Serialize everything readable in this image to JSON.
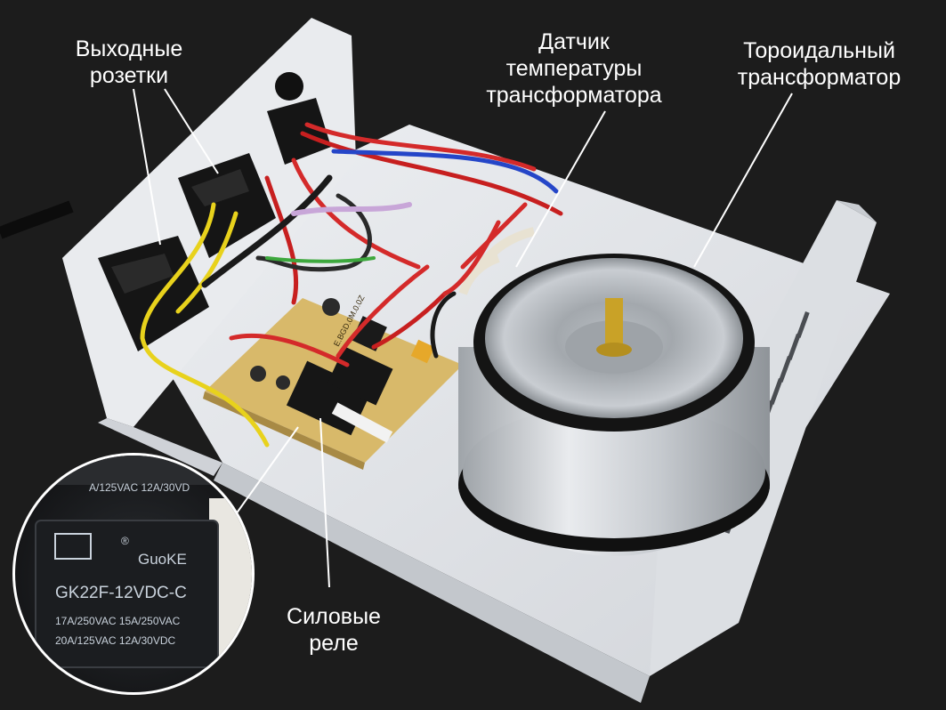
{
  "labels": {
    "output_sockets": [
      "Выходные",
      "розетки"
    ],
    "temp_sensor": [
      "Датчик",
      "температуры",
      "трансформатора"
    ],
    "toroidal_transformer": [
      "Тороидальный",
      "трансформатор"
    ],
    "power_relays": [
      "Силовые",
      "реле"
    ]
  },
  "relay_markings": {
    "brand": "GuoKE",
    "registered": "®",
    "model": "GK22F-12VDC-C",
    "rating_1": "17A/250VAC 15A/250VAC",
    "rating_2": "20A/125VAC 12A/30VDC",
    "rating_top": "A/125VAC 12A/30VD"
  },
  "pcb_text": "E.BGD.0M.0.0Z",
  "colors": {
    "background": "#1c1c1c",
    "case": "#e4e6ea",
    "pcb": "#d8b96a",
    "relay": "#1a1a1a",
    "callout_text": "#ffffff"
  }
}
